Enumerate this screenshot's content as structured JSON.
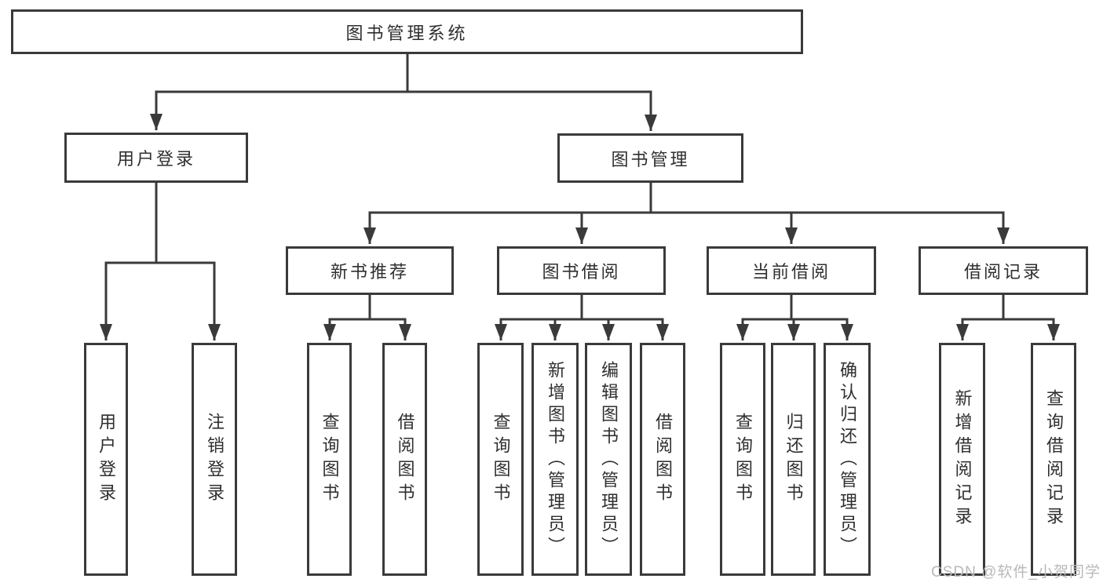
{
  "tree": {
    "root": "图书管理系统",
    "user_login": {
      "label": "用户登录",
      "children": [
        "用户登录",
        "注销登录"
      ]
    },
    "book_management": {
      "label": "图书管理",
      "sections": [
        {
          "label": "新书推荐",
          "children": [
            "查询图书",
            "借阅图书"
          ]
        },
        {
          "label": "图书借阅",
          "children": [
            "查询图书",
            "新增图书（管理员）",
            "编辑图书（管理员）",
            "借阅图书"
          ]
        },
        {
          "label": "当前借阅",
          "children": [
            "查询图书",
            "归还图书",
            "确认归还（管理员）"
          ]
        },
        {
          "label": "借阅记录",
          "children": [
            "新增借阅记录",
            "查询借阅记录"
          ]
        }
      ]
    }
  },
  "watermark": "CSDN @软件_小贺同学",
  "colors": {
    "line": "#3a3a3a",
    "box_fill": "#ffffff",
    "text": "#2f2f2f",
    "watermark": "#b9b9b9"
  }
}
